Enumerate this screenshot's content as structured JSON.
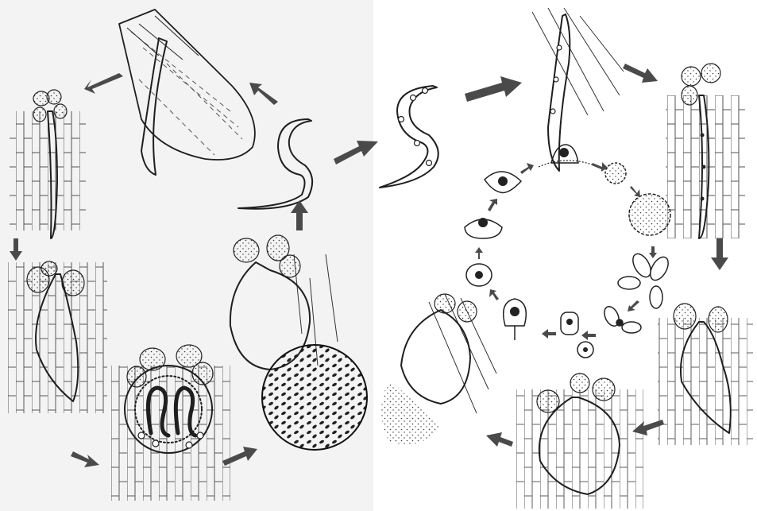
{
  "figure": {
    "type": "life-cycle diagram",
    "panels": [
      "left-cycle",
      "right-cycle"
    ],
    "colors": {
      "background": "#ffffff",
      "ink": "#1f1f1f",
      "arrow": "#4a4a4a",
      "stipple": "#3a3a3a",
      "left_shade": "#efefef"
    }
  }
}
